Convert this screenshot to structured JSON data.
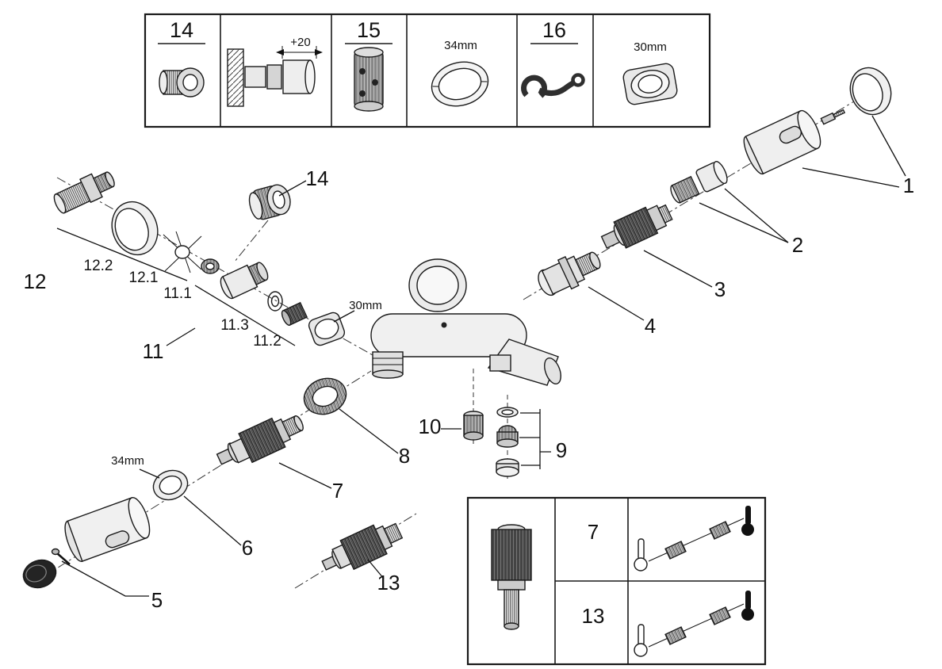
{
  "colors": {
    "line": "#1a1a1a",
    "background": "#ffffff"
  },
  "top_panel": {
    "n14": "14",
    "n15": "15",
    "n16": "16",
    "dim_plus20": "+20",
    "dim_34mm": "34mm",
    "dim_30mm": "30mm"
  },
  "main": {
    "n1": "1",
    "n2": "2",
    "n3": "3",
    "n4": "4",
    "n5": "5",
    "n6": "6",
    "n7": "7",
    "n8": "8",
    "n9": "9",
    "n10": "10",
    "n11": "11",
    "n11_1": "11.1",
    "n11_2": "11.2",
    "n11_3": "11.3",
    "n12": "12",
    "n12_1": "12.1",
    "n12_2": "12.2",
    "n13": "13",
    "n14": "14",
    "dim_30mm": "30mm",
    "dim_34mm": "34mm"
  },
  "bottom_panel": {
    "n7": "7",
    "n13": "13"
  }
}
